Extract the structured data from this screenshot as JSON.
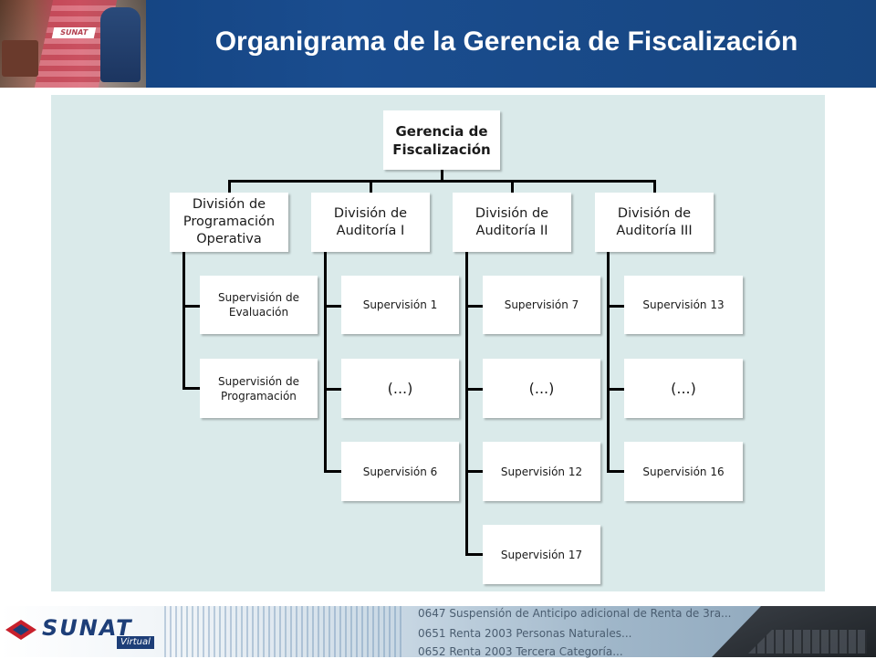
{
  "header": {
    "title": "Organigrama de la Gerencia de Fiscalización",
    "photo_sign": "SUNAT"
  },
  "org_chart": {
    "root": "Gerencia de\nFiscalización",
    "divisions": [
      {
        "label": "División de\nProgramación\nOperativa",
        "children": [
          "Supervisión de\nEvaluación",
          "Supervisión de\nProgramación"
        ]
      },
      {
        "label": "División de\nAuditoría I",
        "children": [
          "Supervisión 1",
          "(...)",
          "Supervisión 6"
        ]
      },
      {
        "label": "División de\nAuditoría II",
        "children": [
          "Supervisión 7",
          "(...)",
          "Supervisión 12",
          "Supervisión 17"
        ]
      },
      {
        "label": "División de\nAuditoría III",
        "children": [
          "Supervisión 13",
          "(...)",
          "Supervisión 16"
        ]
      }
    ]
  },
  "footer": {
    "logo_text": "SUNAT",
    "logo_sub": "Virtual",
    "screen_lines": [
      "0647 Suspensión de Anticipo adicional de Renta de 3ra...",
      "0651 Renta 2003 Personas Naturales...",
      "0652 Renta 2003 Tercera Categoría..."
    ]
  },
  "colors": {
    "header_blue": "#1a4d8f",
    "panel_bg": "#daeaea",
    "node_bg": "#ffffff",
    "connector": "#000000"
  }
}
